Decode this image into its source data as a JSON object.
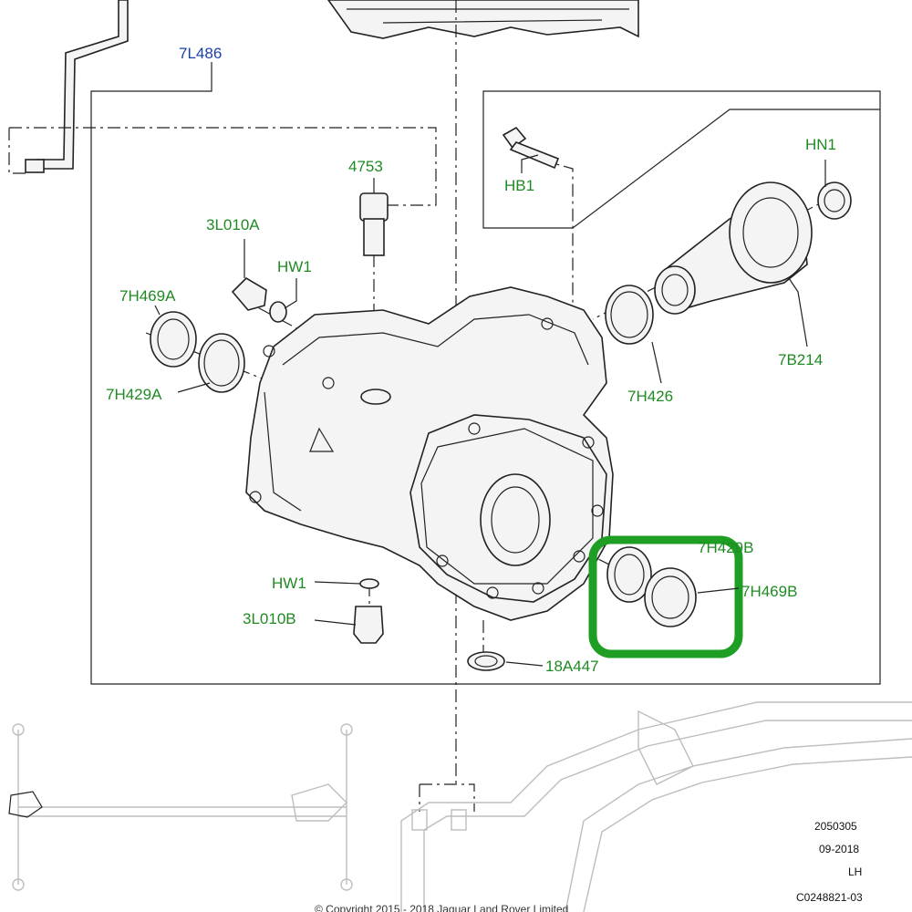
{
  "diagram": {
    "assembly_label": "7L486",
    "parts": {
      "p4753": "4753",
      "p3L010A": "3L010A",
      "pHW1_top": "HW1",
      "p7H469A": "7H469A",
      "p7H429A": "7H429A",
      "pHB1": "HB1",
      "pHN1": "HN1",
      "p7B214": "7B214",
      "p7H426": "7H426",
      "p7H429B": "7H429B",
      "p7H469B": "7H469B",
      "pHW1_bottom": "HW1",
      "p3L010B": "3L010B",
      "p18A447": "18A447"
    },
    "highlight_color": "#1e9e22",
    "label_color": "#1f8a23",
    "assembly_label_color": "#1b3fa8"
  },
  "footer": {
    "ref_number": "2050305",
    "date": "09-2018",
    "side": "LH",
    "drawing_id": "C0248821-03",
    "copyright": "© Copyright 2015 - 2018 Jaguar Land Rover Limited"
  }
}
